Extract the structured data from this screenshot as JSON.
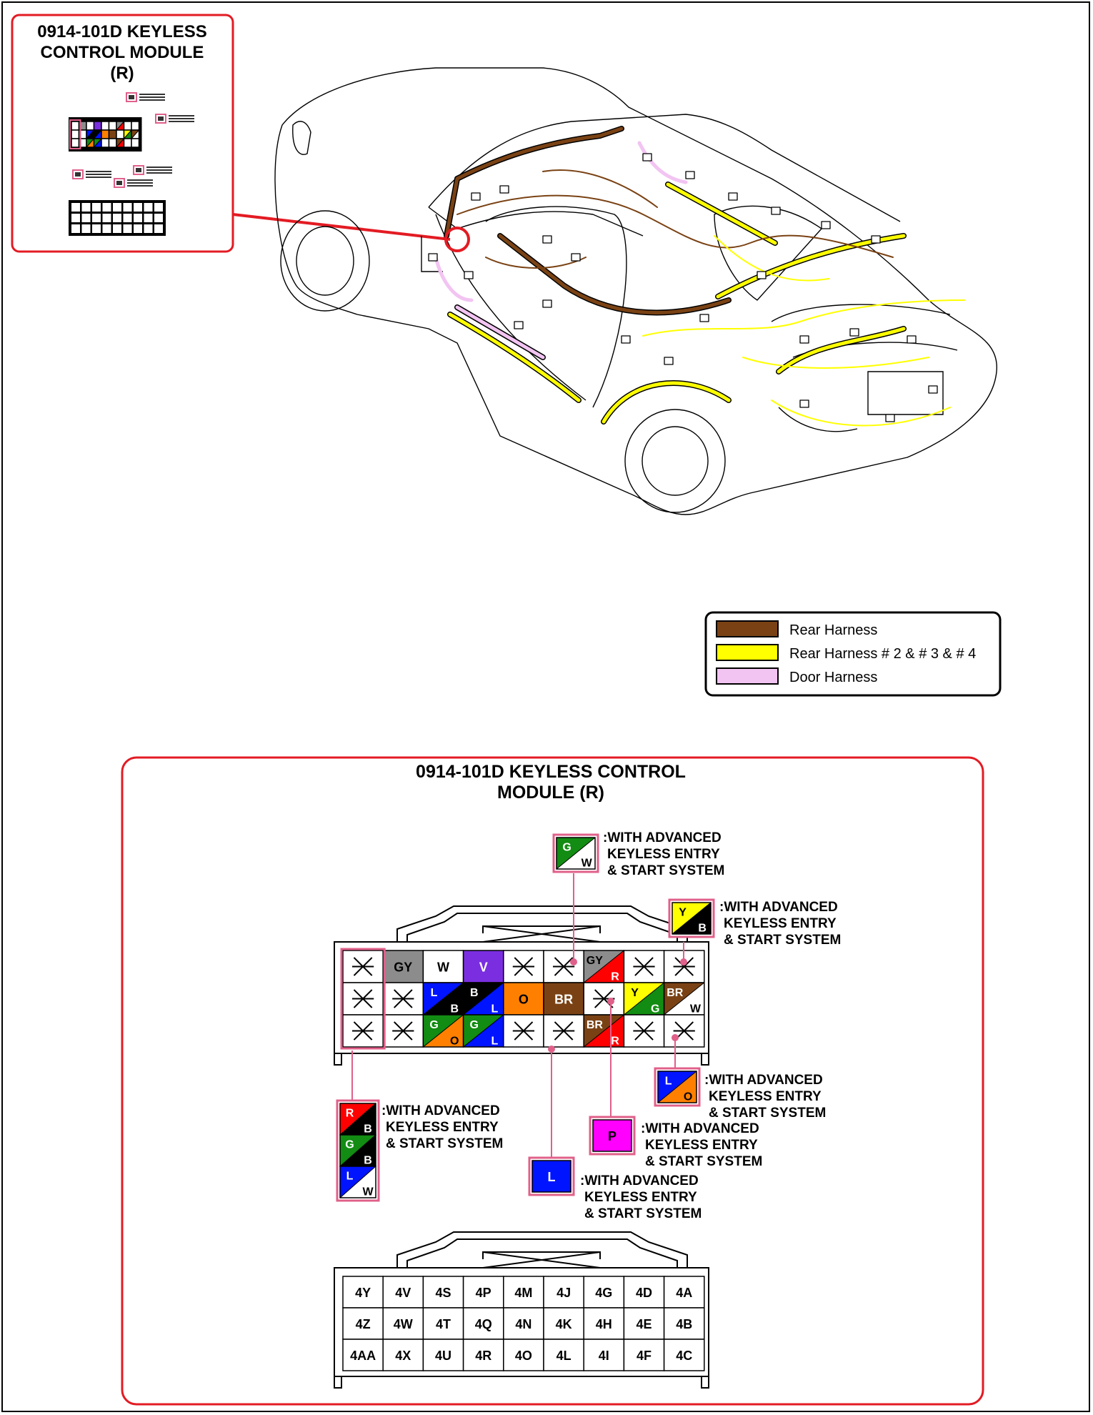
{
  "inset": {
    "title_lines": [
      "0914-101D KEYLESS",
      "CONTROL MODULE",
      "(R)"
    ]
  },
  "legend": {
    "items": [
      {
        "label": "Rear Harness",
        "color": "#7a4214"
      },
      {
        "label": "Rear Harness # 2 & # 3 & # 4",
        "color": "#ffff00"
      },
      {
        "label": "Door Harness",
        "color": "#f2c4f2"
      }
    ]
  },
  "detail": {
    "title_lines": [
      "0914-101D KEYLESS CONTROL",
      "MODULE (R)"
    ],
    "note_text_lines": [
      ":WITH ADVANCED",
      "KEYLESS ENTRY",
      "& START SYSTEM"
    ],
    "wire_colors": {
      "GY": "#8c8c8c",
      "W": "#ffffff",
      "V": "#7a2ee0",
      "L": "#0014ff",
      "B": "#000000",
      "O": "#ff8000",
      "BR": "#7a4214",
      "Y": "#ffff00",
      "G": "#128c12",
      "R": "#ff0000",
      "P": "#ff00ff"
    },
    "wire_rows": [
      [
        [
          "X"
        ],
        [
          "GY"
        ],
        [
          "W"
        ],
        [
          "V"
        ],
        [
          "X"
        ],
        [
          "X"
        ],
        [
          "GY",
          "R"
        ],
        [
          "X"
        ],
        [
          "X"
        ]
      ],
      [
        [
          "X"
        ],
        [
          "X"
        ],
        [
          "L",
          "B"
        ],
        [
          "B",
          "L"
        ],
        [
          "O"
        ],
        [
          "BR"
        ],
        [
          "X"
        ],
        [
          "Y",
          "G"
        ],
        [
          "BR",
          "W"
        ]
      ],
      [
        [
          "X"
        ],
        [
          "X"
        ],
        [
          "G",
          "O"
        ],
        [
          "G",
          "L"
        ],
        [
          "X"
        ],
        [
          "X"
        ],
        [
          "BR",
          "R"
        ],
        [
          "X"
        ],
        [
          "X"
        ]
      ]
    ],
    "callouts": [
      {
        "wires": [
          [
            "G",
            "W"
          ]
        ]
      },
      {
        "wires": [
          [
            "Y",
            "B"
          ]
        ]
      },
      {
        "wires": [
          [
            "L",
            "O"
          ]
        ]
      },
      {
        "wires": [
          [
            "P"
          ]
        ]
      },
      {
        "wires": [
          [
            "L"
          ]
        ]
      },
      {
        "wires": [
          [
            "R",
            "B"
          ],
          [
            "G",
            "B"
          ],
          [
            "L",
            "W"
          ]
        ]
      }
    ],
    "terminal_rows": [
      [
        "4Y",
        "4V",
        "4S",
        "4P",
        "4M",
        "4J",
        "4G",
        "4D",
        "4A"
      ],
      [
        "4Z",
        "4W",
        "4T",
        "4Q",
        "4N",
        "4K",
        "4H",
        "4E",
        "4B"
      ],
      [
        "4AA",
        "4X",
        "4U",
        "4R",
        "4O",
        "4L",
        "4I",
        "4F",
        "4C"
      ]
    ]
  },
  "colors": {
    "accent_red": "#e31b23",
    "callout_pink": "#e0608a"
  }
}
